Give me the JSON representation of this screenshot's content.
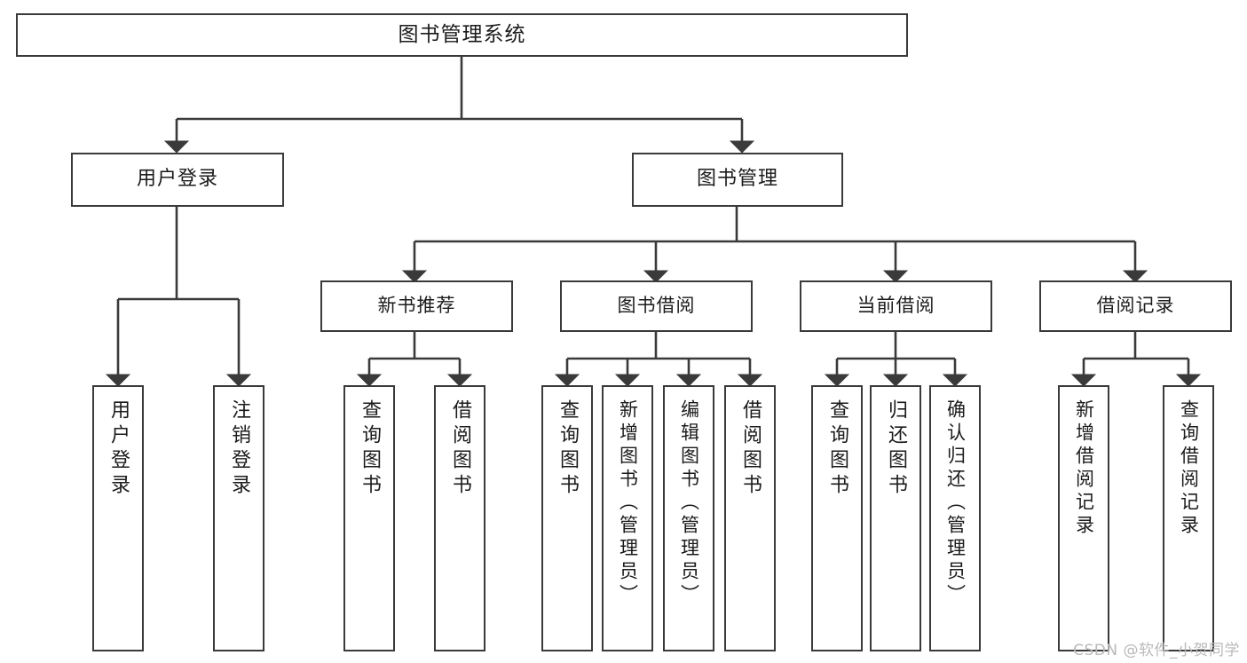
{
  "diagram": {
    "type": "tree-hierarchy",
    "title": "图书管理系统",
    "root": {
      "label": "图书管理系统"
    },
    "level1": [
      {
        "label": "用户登录"
      },
      {
        "label": "图书管理"
      }
    ],
    "level2": [
      {
        "label": "新书推荐",
        "parent": "图书管理"
      },
      {
        "label": "图书借阅",
        "parent": "图书管理"
      },
      {
        "label": "当前借阅",
        "parent": "图书管理"
      },
      {
        "label": "借阅记录",
        "parent": "图书管理"
      }
    ],
    "leaves": {
      "user_login": [
        {
          "label": "用户登录"
        },
        {
          "label": "注销登录"
        }
      ],
      "new_book_recommend": [
        {
          "label": "查询图书"
        },
        {
          "label": "借阅图书"
        }
      ],
      "book_borrow": [
        {
          "label": "查询图书"
        },
        {
          "label": "新增图书（管理员）"
        },
        {
          "label": "编辑图书（管理员）"
        },
        {
          "label": "借阅图书"
        }
      ],
      "current_borrow": [
        {
          "label": "查询图书"
        },
        {
          "label": "归还图书"
        },
        {
          "label": "确认归还（管理员）"
        }
      ],
      "borrow_record": [
        {
          "label": "新增借阅记录"
        },
        {
          "label": "查询借阅记录"
        }
      ]
    }
  },
  "watermark": {
    "text": "CSDN @软件_小贺同学"
  },
  "colors": {
    "stroke": "#3a3a3a",
    "background": "#ffffff",
    "text": "#1b1b1b",
    "watermark": "#b9b9b9"
  }
}
